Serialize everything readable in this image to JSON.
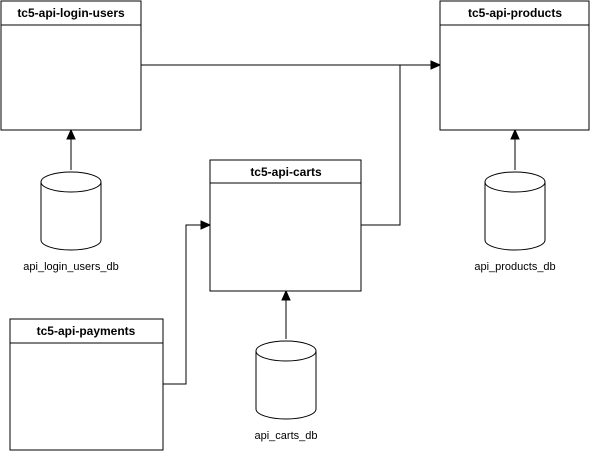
{
  "diagram": {
    "services": [
      {
        "id": "login",
        "title": "tc5-api-login-users"
      },
      {
        "id": "products",
        "title": "tc5-api-products"
      },
      {
        "id": "carts",
        "title": "tc5-api-carts"
      },
      {
        "id": "payments",
        "title": "tc5-api-payments"
      }
    ],
    "databases": [
      {
        "id": "login_db",
        "label": "api_login_users_db"
      },
      {
        "id": "products_db",
        "label": "api_products_db"
      },
      {
        "id": "carts_db",
        "label": "api_carts_db"
      }
    ],
    "connections": [
      {
        "from": "tc5-api-login-users",
        "to": "tc5-api-products"
      },
      {
        "from": "tc5-api-carts",
        "to": "tc5-api-products"
      },
      {
        "from": "tc5-api-payments",
        "to": "tc5-api-carts"
      },
      {
        "from": "api_login_users_db",
        "to": "tc5-api-login-users"
      },
      {
        "from": "api_products_db",
        "to": "tc5-api-products"
      },
      {
        "from": "api_carts_db",
        "to": "tc5-api-carts"
      }
    ]
  }
}
